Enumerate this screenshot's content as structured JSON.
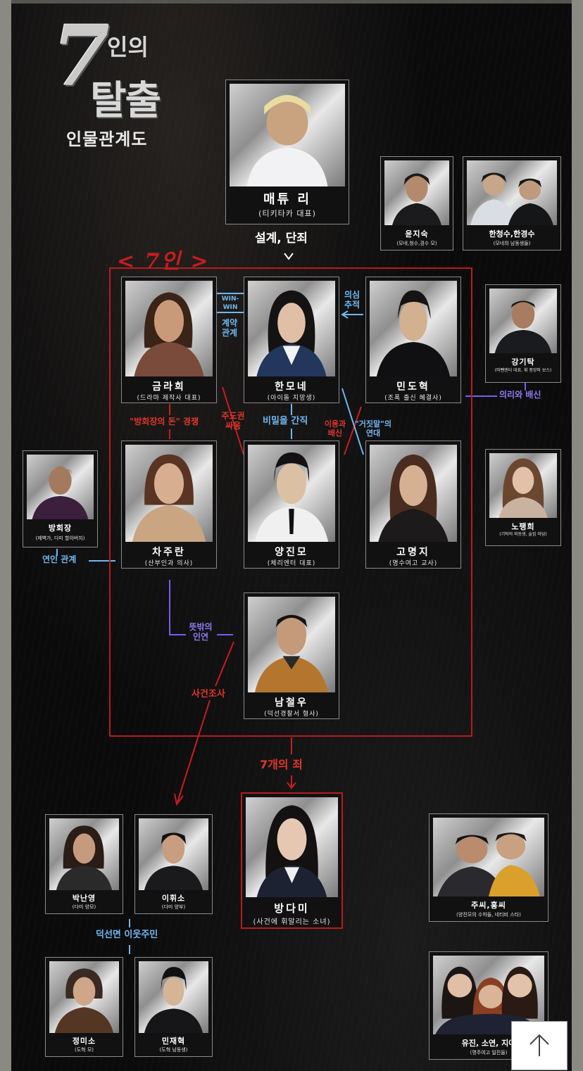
{
  "header": {
    "logo_seven": "7",
    "logo_inui": "인의",
    "logo_main": "탈출",
    "subtitle": "인물관계도"
  },
  "group_label": "< 7인 >",
  "characters": {
    "matthew": {
      "name": "매튜 리",
      "role": "(티키타카 대표)"
    },
    "yunjisuk": {
      "name": "윤지숙",
      "role": "(모네,청수,경수 모)"
    },
    "hancs": {
      "name": "한청수,한경수",
      "role": "(모네의 남동생들)"
    },
    "geumrahee": {
      "name": "금라희",
      "role": "(드라마 제작사 대표)"
    },
    "hanmone": {
      "name": "한모네",
      "role": "(아이돌 지망생)"
    },
    "mindohyuk": {
      "name": "민도혁",
      "role": "(조폭 출신 혜결사)"
    },
    "kanggitak": {
      "name": "강기탁",
      "role": "(따뺀엔터 대표, 휘 중앙파 보스)"
    },
    "bang": {
      "name": "방회장",
      "role": "(제벽가, 다미 할아버지)"
    },
    "chajuran": {
      "name": "차주란",
      "role": "(산부인과 의사)"
    },
    "yangjinmo": {
      "name": "양진모",
      "role": "(체리엔터 대표)"
    },
    "gomyungji": {
      "name": "고명지",
      "role": "(명수여고 교사)"
    },
    "nopyunghee": {
      "name": "노팽희",
      "role": "(기탁의 외동생, 술집 마담)"
    },
    "namchulwoo": {
      "name": "남철우",
      "role": "(덕선경찰서 형사)"
    },
    "bangdami": {
      "name": "방다미",
      "role": "(사건에 휘말리는 소녀)"
    },
    "parknanyoung": {
      "name": "박난영",
      "role": "(다미 양모)"
    },
    "leehwiso": {
      "name": "이휘소",
      "role": "(다미 양부)"
    },
    "jusi": {
      "name": "주씨,홍씨",
      "role": "(양진모의 수하들, 네티비 스타)"
    },
    "jungmiso": {
      "name": "정미소",
      "role": "(도혁 모)"
    },
    "minjaehyuk": {
      "name": "민재혁",
      "role": "(도혁 남동생)"
    },
    "yujin": {
      "name": "유진, 소연, 지아",
      "role": "(명주여고 일진들)"
    }
  },
  "relations": {
    "design": "설계, 단죄",
    "winwin": "WIN-WIN",
    "contract": "계약 관계",
    "doubt": "의심 추적",
    "loyalty": "의리와 배신",
    "money_fight": "\"방회장의 돈\" 경쟁",
    "lead_fight": "주도권 싸움",
    "secret": "비밀을 간직",
    "use_betray": "이용과 배신",
    "lie_alliance": "\"거짓말\"의 연대",
    "lovers": "연인 관계",
    "unexpected": "뜻밖의 인연",
    "investigation": "사건조사",
    "seven_sins": "7개의 죄",
    "neighbors": "덕선면 이웃주민"
  },
  "colors": {
    "red": "#c91d1d",
    "blue": "#6fb8f0",
    "purple": "#7a5cf0"
  },
  "scroll_top_icon": "arrow-up-icon"
}
